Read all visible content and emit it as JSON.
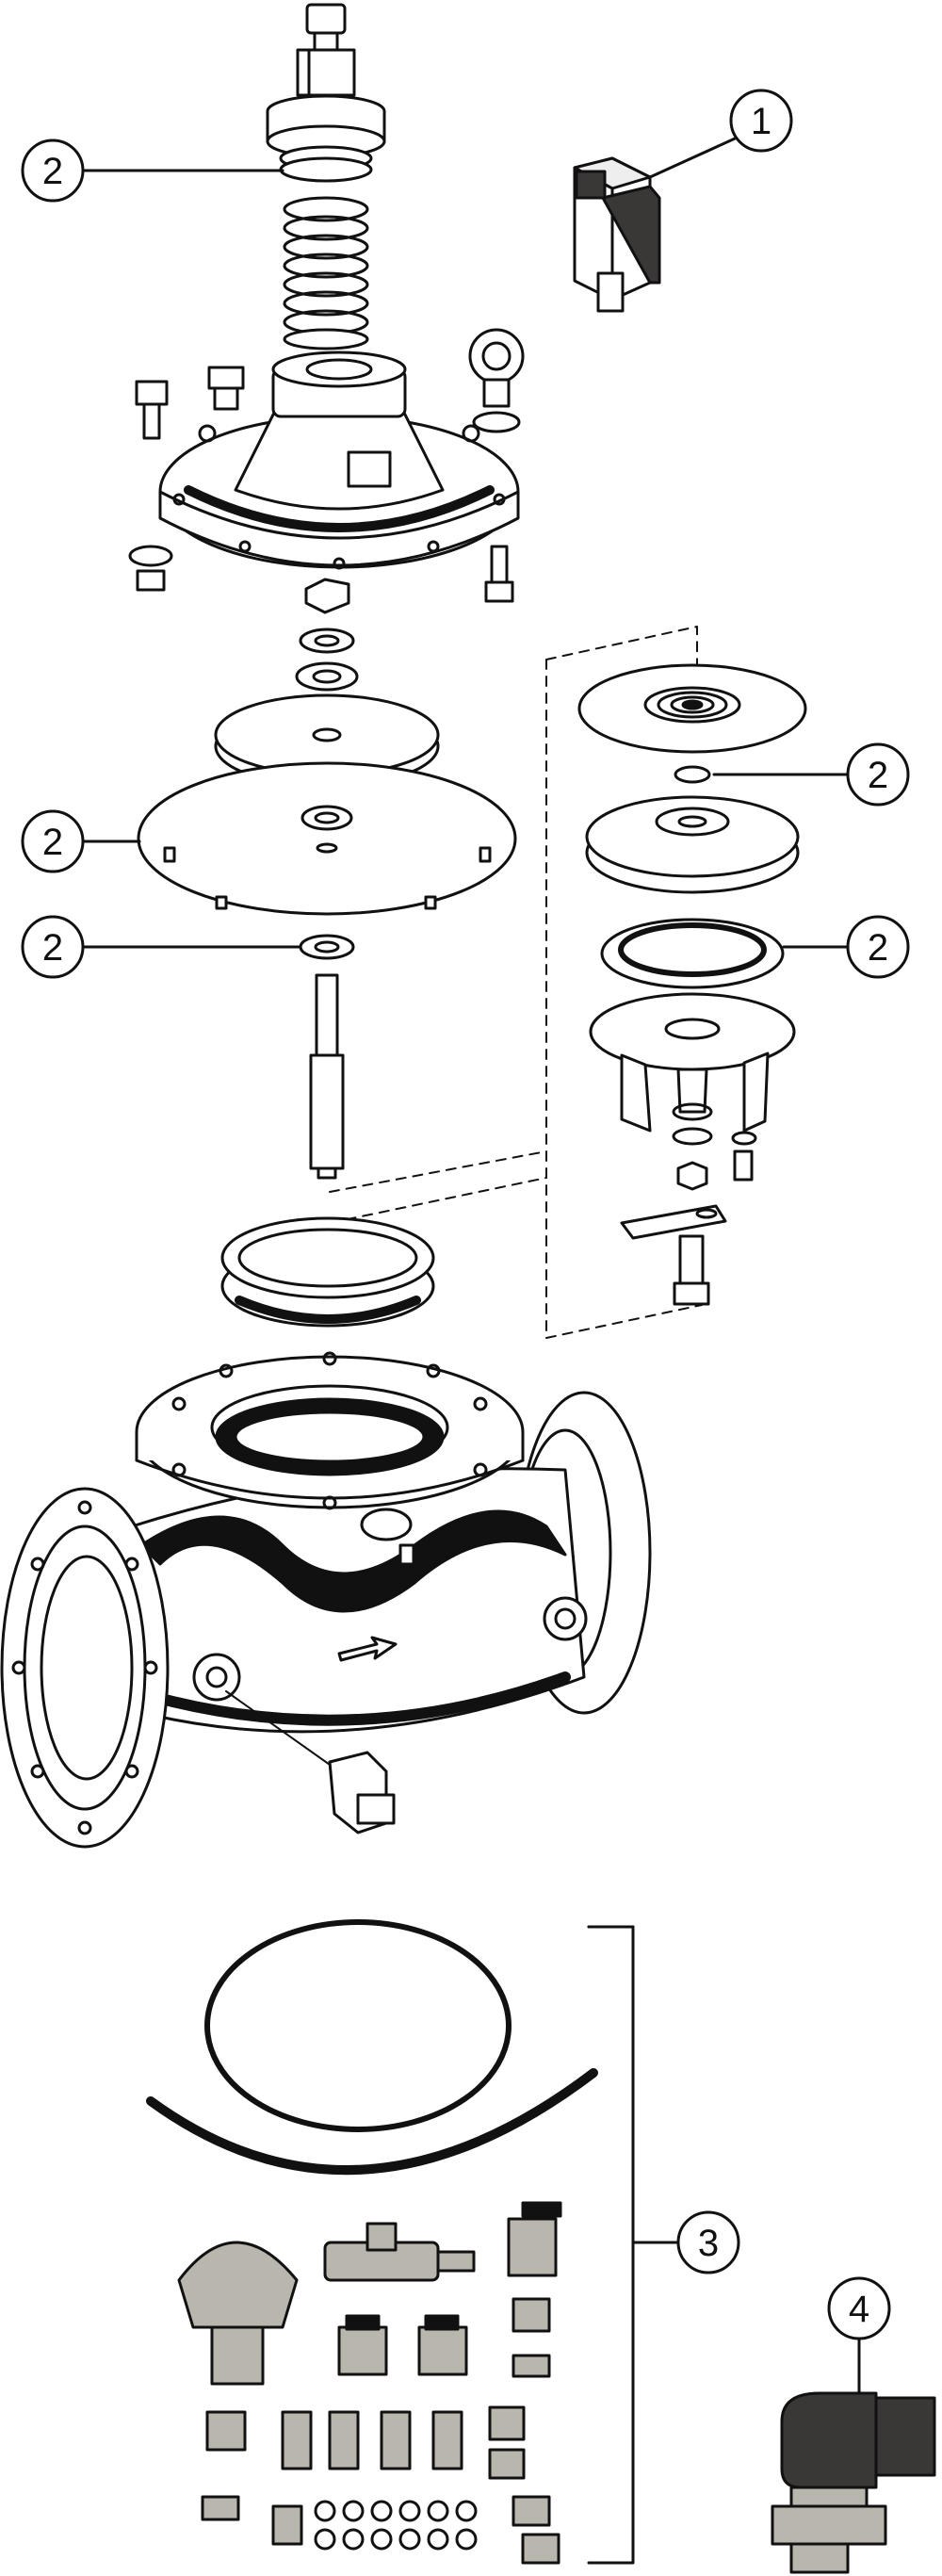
{
  "callouts": [
    {
      "label": "1"
    },
    {
      "label": "2"
    },
    {
      "label": "2"
    },
    {
      "label": "2"
    },
    {
      "label": "2"
    },
    {
      "label": "2"
    },
    {
      "label": "3"
    },
    {
      "label": "4"
    }
  ],
  "colors": {
    "ink": "#111111",
    "paper": "#ffffff",
    "metal": "#b9b6ae",
    "solenoid": "#3a3836"
  },
  "parts": [
    "solenoid-pilot-icon",
    "bonnet-stem-icon",
    "spring-icon",
    "bonnet-cover-icon",
    "diaphragm-icon",
    "valve-stem-icon",
    "seat-ring-icon",
    "valve-body-icon",
    "tubing-coil-icon",
    "fittings-kit-icon",
    "solenoid-valve-icon"
  ]
}
